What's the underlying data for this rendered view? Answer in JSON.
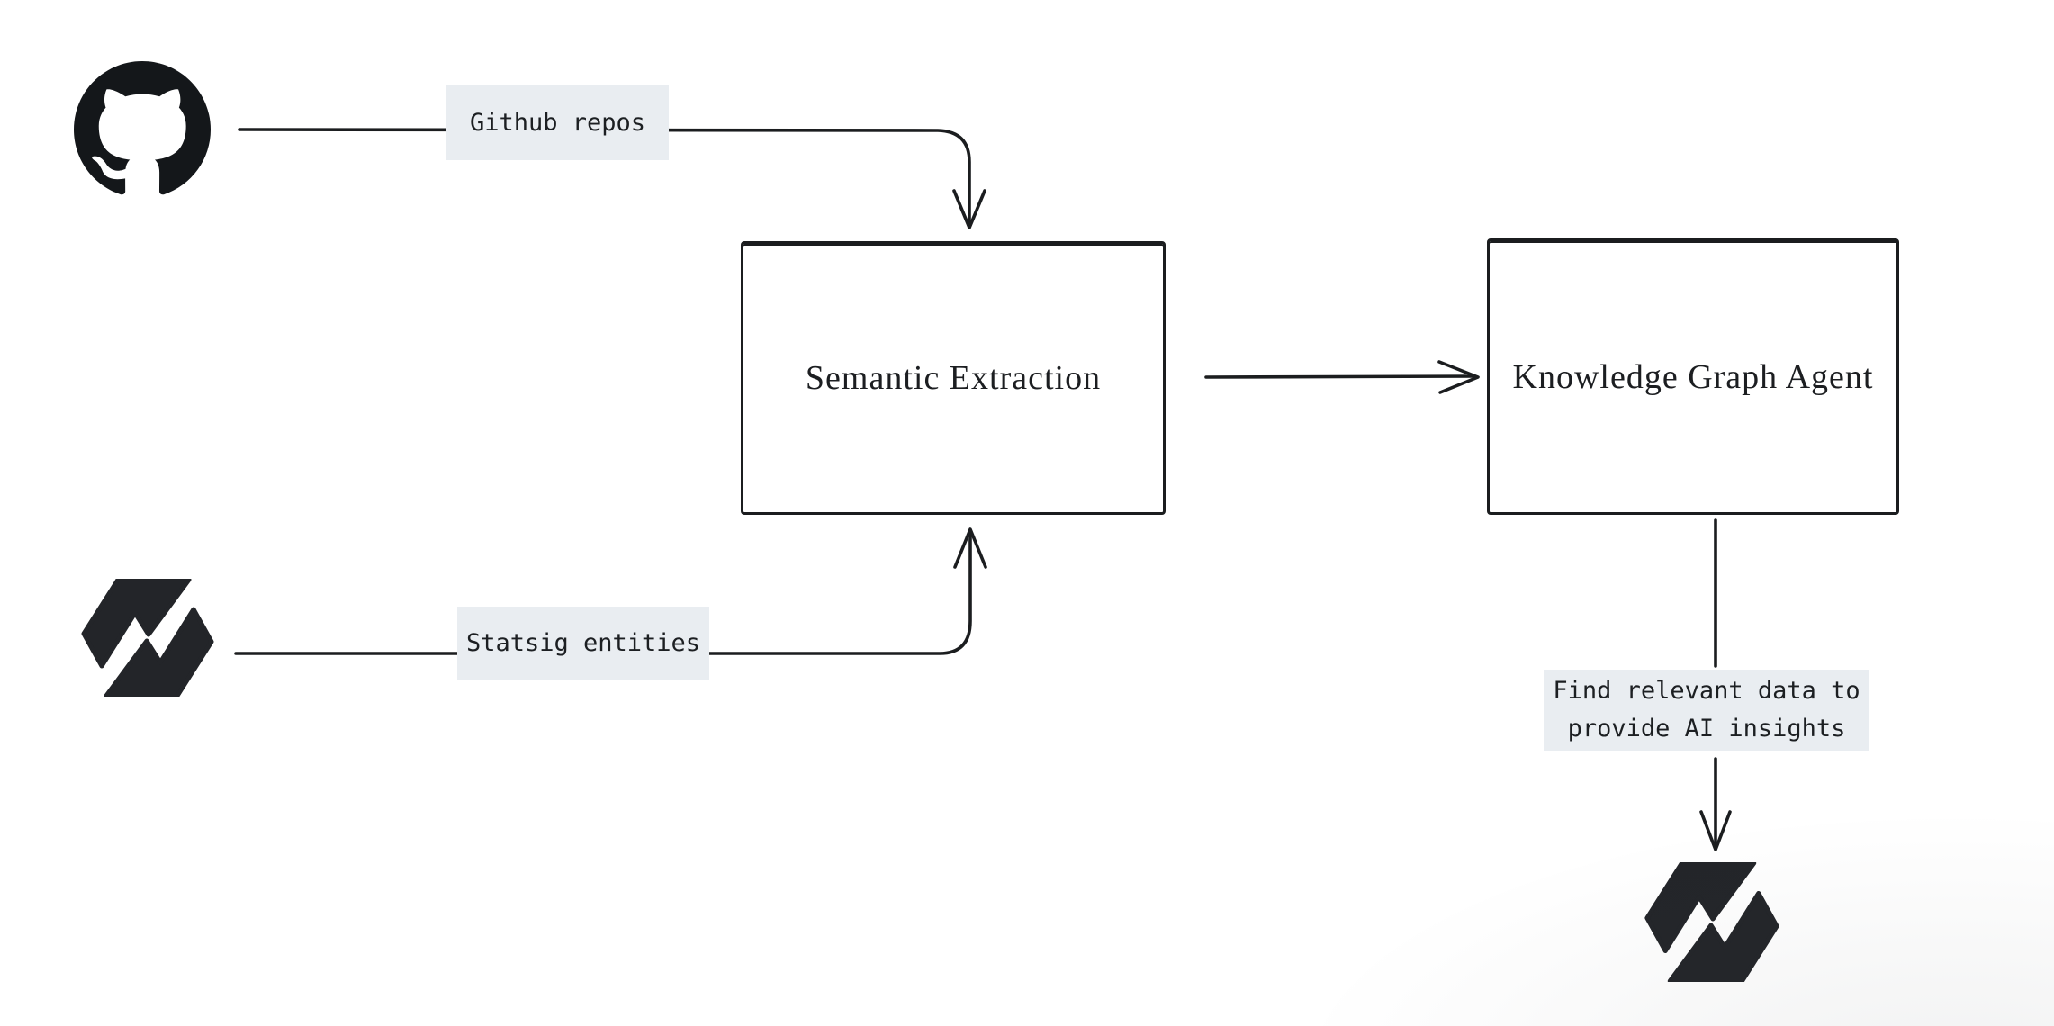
{
  "diagram": {
    "background_color": "#ffffff",
    "stroke_color": "#1b1d1f",
    "label_bg_color": "#e9edf1",
    "logo_color": "#232529",
    "sources": {
      "github": {
        "icon": "github-logo"
      },
      "statsig": {
        "icon": "statsig-logo"
      }
    },
    "nodes": {
      "semantic_extraction": {
        "label": "Semantic Extraction"
      },
      "knowledge_graph_agent": {
        "label": "Knowledge Graph Agent"
      }
    },
    "edges": {
      "github_to_semantic": {
        "label": "Github repos"
      },
      "statsig_to_semantic": {
        "label": "Statsig entities"
      },
      "agent_to_statsig": {
        "label_line1": "Find relevant data to",
        "label_line2": "provide AI insights"
      }
    },
    "output": {
      "icon": "statsig-logo"
    }
  }
}
